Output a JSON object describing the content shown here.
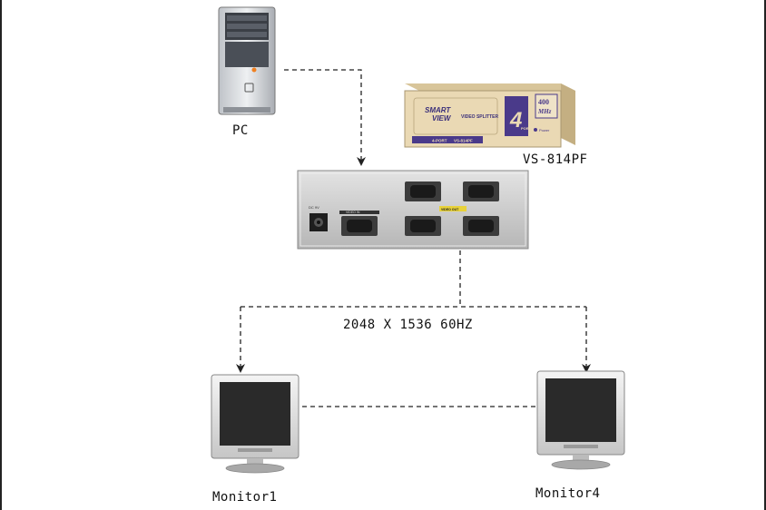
{
  "labels": {
    "pc": "PC",
    "splitter_model": "VS-814PF",
    "resolution": "2048 X 1536 60HZ",
    "monitor_left": "Monitor1",
    "monitor_right": "Monitor4"
  },
  "splitter_box": {
    "brand_line1": "SMART",
    "brand_line2": "VIEW",
    "product_text": "VIDEO SPLITTER",
    "port_count": "4",
    "port_suffix": "PORT",
    "badge_top": "400",
    "badge_bottom": "MHz",
    "footer_left": "4-PORT",
    "footer_model": "VS-814PF",
    "power_label": "Power"
  },
  "rear_panel": {
    "dc_label": "DC 9V",
    "input_label": "VIDEO IN",
    "output_label": "VIDEO OUT"
  },
  "colors": {
    "line": "#222222",
    "box_beige": "#ead9b4",
    "box_purple": "#4a3a8a",
    "panel_gray": "#c9c9c9",
    "screen": "#2a2a2a"
  }
}
